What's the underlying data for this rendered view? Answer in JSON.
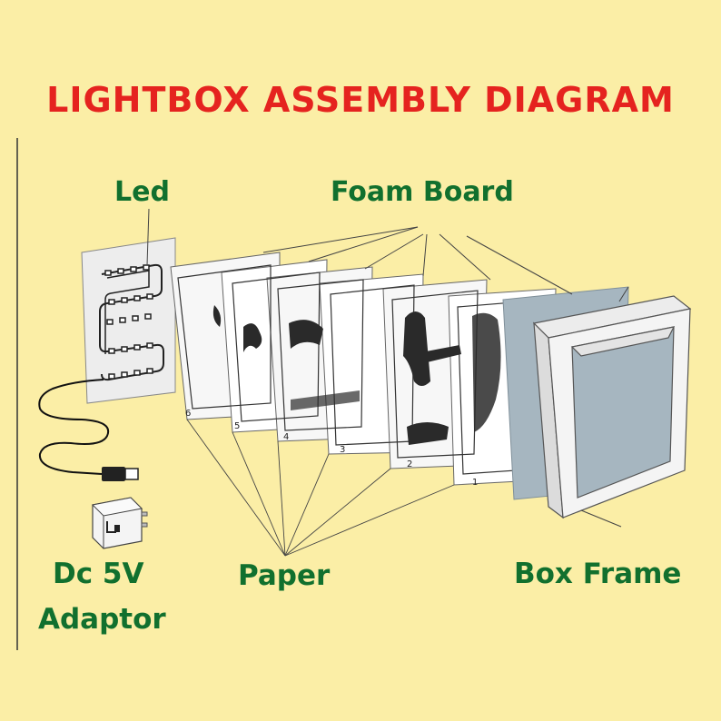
{
  "title": "LIGHTBOX ASSEMBLY DIAGRAM",
  "labels": {
    "led": "Led",
    "foam_board": "Foam Board",
    "dc_line1": "Dc 5V",
    "dc_line2": "Adaptor",
    "paper": "Paper",
    "box_frame": "Box Frame"
  },
  "layer_numbers": [
    "6",
    "5",
    "4",
    "3",
    "2",
    "1"
  ],
  "colors": {
    "background": "#fbeea6",
    "title": "#e5231f",
    "labels": "#11702e",
    "glass": "#a6b6c0"
  }
}
